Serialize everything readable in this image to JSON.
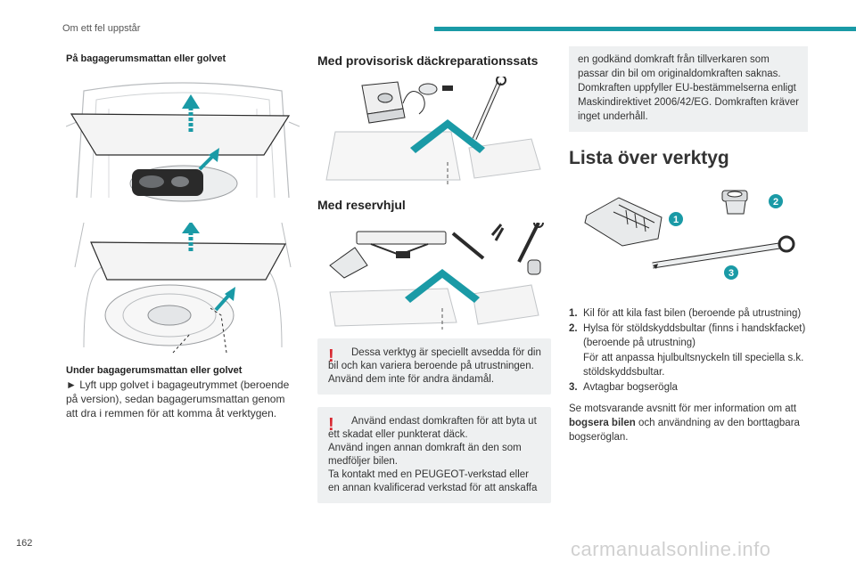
{
  "header": {
    "section_title": "Om ett fel uppstår"
  },
  "col1": {
    "caption_top": "På bagagerumsmattan eller golvet",
    "caption_bottom": "Under bagagerumsmattan eller golvet",
    "instruction": "► Lyft upp golvet i bagageutrymmet (beroende på version), sedan bagagerumsmattan genom att dra i remmen för att komma åt verktygen."
  },
  "col2": {
    "heading_repair": "Med provisorisk däckreparationssats",
    "heading_spare": "Med reservhjul",
    "warning1": {
      "line1": "Dessa verktyg är speciellt avsedda för din bil och kan variera beroende på utrustningen.",
      "line2": "Använd dem inte för andra ändamål."
    },
    "warning2": {
      "line1": "Använd endast domkraften för att byta ut ett skadat eller punkterat däck.",
      "line2": "Använd ingen annan domkraft än den som medföljer bilen.",
      "line3": "Ta kontakt med en PEUGEOT-verkstad eller en annan kvalificerad verkstad för att anskaffa"
    }
  },
  "col3": {
    "info_text": "en godkänd domkraft från tillverkaren som passar din bil om originaldomkraften saknas. Domkraften uppfyller EU-bestämmelserna enligt Maskindirektivet 2006/42/EG. Domkraften kräver inget underhåll.",
    "heading_tools": "Lista över verktyg",
    "callout_1": "1",
    "callout_2": "2",
    "callout_3": "3",
    "items": [
      {
        "num": "1.",
        "text": "Kil för att kila fast bilen (beroende på utrustning)"
      },
      {
        "num": "2.",
        "text": "Hylsa för stöldskyddsbultar (finns i handskfacket) (beroende på utrustning)"
      },
      {
        "num": "",
        "text": "För att anpassa hjulbultsnyckeln till speciella s.k. stöldskyddsbultar."
      },
      {
        "num": "3.",
        "text": "Avtagbar bogserögla"
      }
    ],
    "closing_pre": "Se motsvarande avsnitt för mer information om att ",
    "closing_bold": "bogsera bilen",
    "closing_post": " och användning av den borttagbara bogseröglan."
  },
  "footer": {
    "page_number": "162",
    "watermark": "carmanualsonline.info"
  },
  "colors": {
    "accent": "#1a9aa6",
    "warning": "#d8262f",
    "box_bg": "#eef0f1"
  }
}
